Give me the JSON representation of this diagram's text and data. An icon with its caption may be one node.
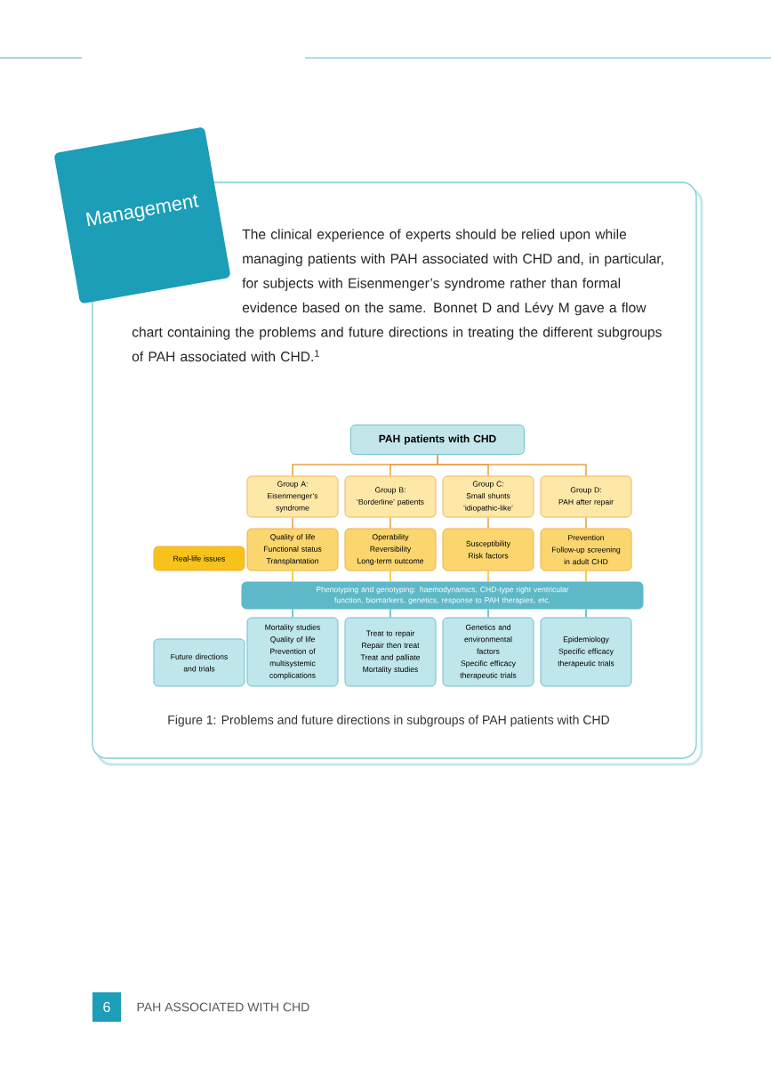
{
  "diagram": {
    "title": "Management",
    "caption": "Figure 1: Problems and future directions in subgroups of PAH patients with CHD",
    "nodes": [
      {
        "text": [
          "PAH patients with CHD"
        ]
      },
      {
        "text": [
          "Group A:",
          "Eisenmenger’s syndrome"
        ]
      },
      {
        "text": [
          "Group B:",
          "‘Borderline’ patients"
        ]
      },
      {
        "text": [
          "Group C:",
          "Small shunts ‘idiopathic-like’"
        ]
      },
      {
        "text": [
          "Group D:",
          "PAH after repair"
        ]
      },
      {
        "text": [
          "Real-life issues"
        ]
      },
      {
        "text": [
          "Quality of life",
          "Functional status",
          "Transplantation"
        ]
      },
      {
        "text": [
          "Operability",
          "Reversibility",
          "Long-term outcome"
        ]
      },
      {
        "text": [
          "Susceptibility",
          "Risk factors"
        ]
      },
      {
        "text": [
          "Prevention",
          "Follow-up screening in adult CHD"
        ]
      },
      {
        "text": [
          "Phenotyping and genotyping: haemodynamics, CHD-type right ventricular function, biomarkers, genetics, response to PAH therapies, etc."
        ]
      },
      {
        "text": [
          "Future directions and trials"
        ]
      },
      {
        "text": [
          "Mortality studies",
          "Quality of life",
          "Prevention of multisystemic complications"
        ]
      },
      {
        "text": [
          "Treat to repair",
          "Repair then treat",
          "Treat and palliate",
          "Mortality studies"
        ]
      },
      {
        "text": [
          "Genetics and environmental factors",
          "Specific efficacy therapeutic trials"
        ]
      },
      {
        "text": [
          "Epidemiology",
          "Specific efficacy therapeutic trials"
        ]
      }
    ],
    "edges": [
      {
        "from": 0,
        "to": 1,
        "arrow": "none"
      },
      {
        "from": 0,
        "to": 2,
        "arrow": "none"
      },
      {
        "from": 0,
        "to": 3,
        "arrow": "none"
      },
      {
        "from": 0,
        "to": 4,
        "arrow": "none"
      },
      {
        "from": 1,
        "to": 6,
        "arrow": "none"
      },
      {
        "from": 2,
        "to": 7,
        "arrow": "none"
      },
      {
        "from": 3,
        "to": 8,
        "arrow": "none"
      },
      {
        "from": 4,
        "to": 9,
        "arrow": "none"
      },
      {
        "from": 6,
        "to": 10,
        "arrow": "none",
        "color": "#f2c230"
      },
      {
        "from": 7,
        "to": 10,
        "arrow": "none",
        "color": "#f2c230"
      },
      {
        "from": 8,
        "to": 10,
        "arrow": "none",
        "color": "#f2c230"
      },
      {
        "from": 9,
        "to": 10,
        "arrow": "none",
        "color": "#f2c230"
      },
      {
        "from": 10,
        "to": 12,
        "arrow": "none",
        "color": "#5bb4c2"
      },
      {
        "from": 10,
        "to": 13,
        "arrow": "none",
        "color": "#5bb4c2"
      },
      {
        "from": 10,
        "to": 14,
        "arrow": "none",
        "color": "#5bb4c2"
      },
      {
        "from": 10,
        "to": 15,
        "arrow": "none",
        "color": "#5bb4c2"
      }
    ],
    "labels": [
      "The clinical experience of experts should be relied upon while managing patients with PAH associated with CHD and, in particular, for subjects with Eisenmenger’s syndrome rather than formal evidence based on the same. Bonnet D and Lévy M gave a flow chart containing the problems and future directions in treating the different subgroups of PAH associated with CHD.$^{1}$",
      "6",
      "PAH ASSOCIATED WITH CHD"
    ]
  }
}
